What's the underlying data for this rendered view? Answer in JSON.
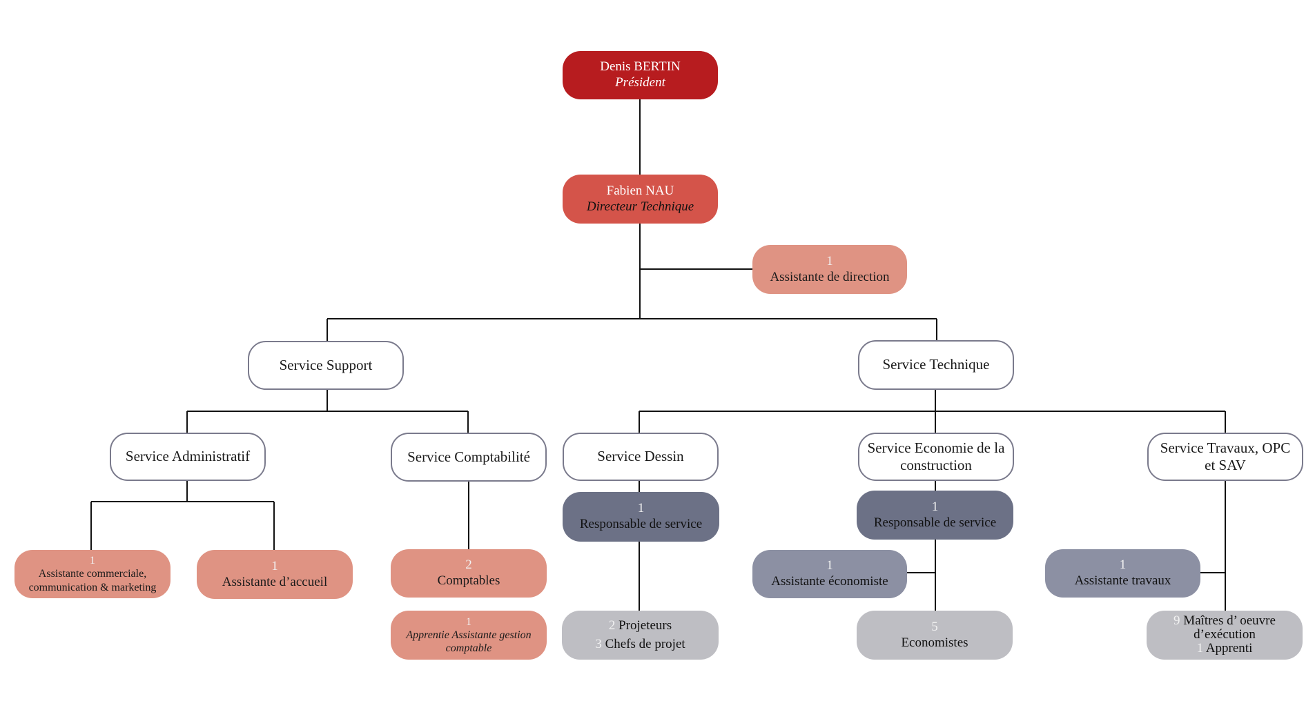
{
  "president": {
    "name": "Denis BERTIN",
    "role": "Président"
  },
  "director": {
    "name": "Fabien NAU",
    "role": "Directeur Technique"
  },
  "assistant_direction": {
    "count": "1",
    "label": "Assistante de direction"
  },
  "service_support": {
    "label": "Service Support"
  },
  "service_technique": {
    "label": "Service Technique"
  },
  "service_administratif": {
    "label": "Service Administratif"
  },
  "service_comptabilite": {
    "label": "Service Comptabilité"
  },
  "service_dessin": {
    "label": "Service Dessin"
  },
  "service_economie": {
    "label": "Service Economie de la construction"
  },
  "service_travaux": {
    "label": "Service Travaux, OPC et SAV"
  },
  "assistante_commerciale": {
    "count": "1",
    "label": "Assistante commerciale, communication & marketing"
  },
  "assistante_accueil": {
    "count": "1",
    "label": "Assistante d’accueil"
  },
  "comptables": {
    "count": "2",
    "label": "Comptables"
  },
  "apprentie": {
    "count": "1",
    "label": "Apprentie Assistante gestion comptable"
  },
  "dessin_responsable": {
    "count": "1",
    "label": "Responsable de service"
  },
  "projeteurs": {
    "count": "2",
    "label": "Projeteurs",
    "count2": "3",
    "label2": "Chefs de projet"
  },
  "eco_responsable": {
    "count": "1",
    "label": "Responsable de service"
  },
  "assistante_economiste": {
    "count": "1",
    "label": "Assistante économiste"
  },
  "economistes": {
    "count": "5",
    "label": "Economistes"
  },
  "assistante_travaux": {
    "count": "1",
    "label": "Assistante travaux"
  },
  "maitres_oeuvre": {
    "count": "9",
    "label": "Maîtres d’ oeuvre d’exécution",
    "count2": "1",
    "label2": "Apprenti"
  },
  "colors": {
    "line": "#111111",
    "president": "#b71c1f",
    "director": "#d4544a",
    "support_staff": "#df9383",
    "service_border": "#7a7a8c",
    "tech_dark": "#6c7186",
    "tech_mid": "#8c90a3",
    "tech_light": "#bebec3"
  }
}
